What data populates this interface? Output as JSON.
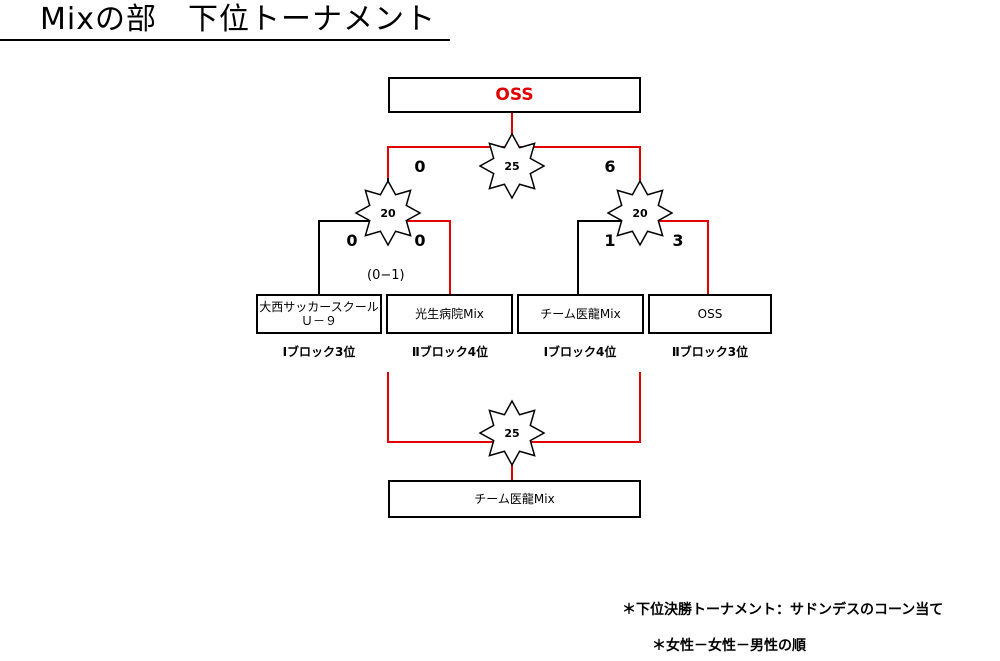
{
  "title": "Mixの部　下位トーナメント",
  "champion": "OSS",
  "teams": [
    {
      "line1": "大西サッカースクール",
      "line2": "Ｕ－９",
      "block": "Ⅰブロック3位"
    },
    {
      "line1": "光生病院Mix",
      "line2": "",
      "block": "Ⅱブロック4位"
    },
    {
      "line1": "チーム医龍Mix",
      "line2": "",
      "block": "Ⅰブロック4位"
    },
    {
      "line1": "OSS",
      "line2": "",
      "block": "Ⅱブロック3位"
    }
  ],
  "semifinals": [
    {
      "minutes": "20",
      "score_left": "0",
      "score_right": "0",
      "pk": "(0−1)"
    },
    {
      "minutes": "20",
      "score_left": "1",
      "score_right": "3"
    }
  ],
  "final": {
    "minutes": "25",
    "score_left": "0",
    "score_right": "6"
  },
  "third_place": {
    "minutes": "25",
    "result": "チーム医龍Mix"
  },
  "notes": [
    "＊下位決勝トーナメント：サドンデスのコーン当て",
    "＊女性－女性－男性の順"
  ],
  "colors": {
    "winner_line": "#e00000",
    "line": "#000000"
  }
}
